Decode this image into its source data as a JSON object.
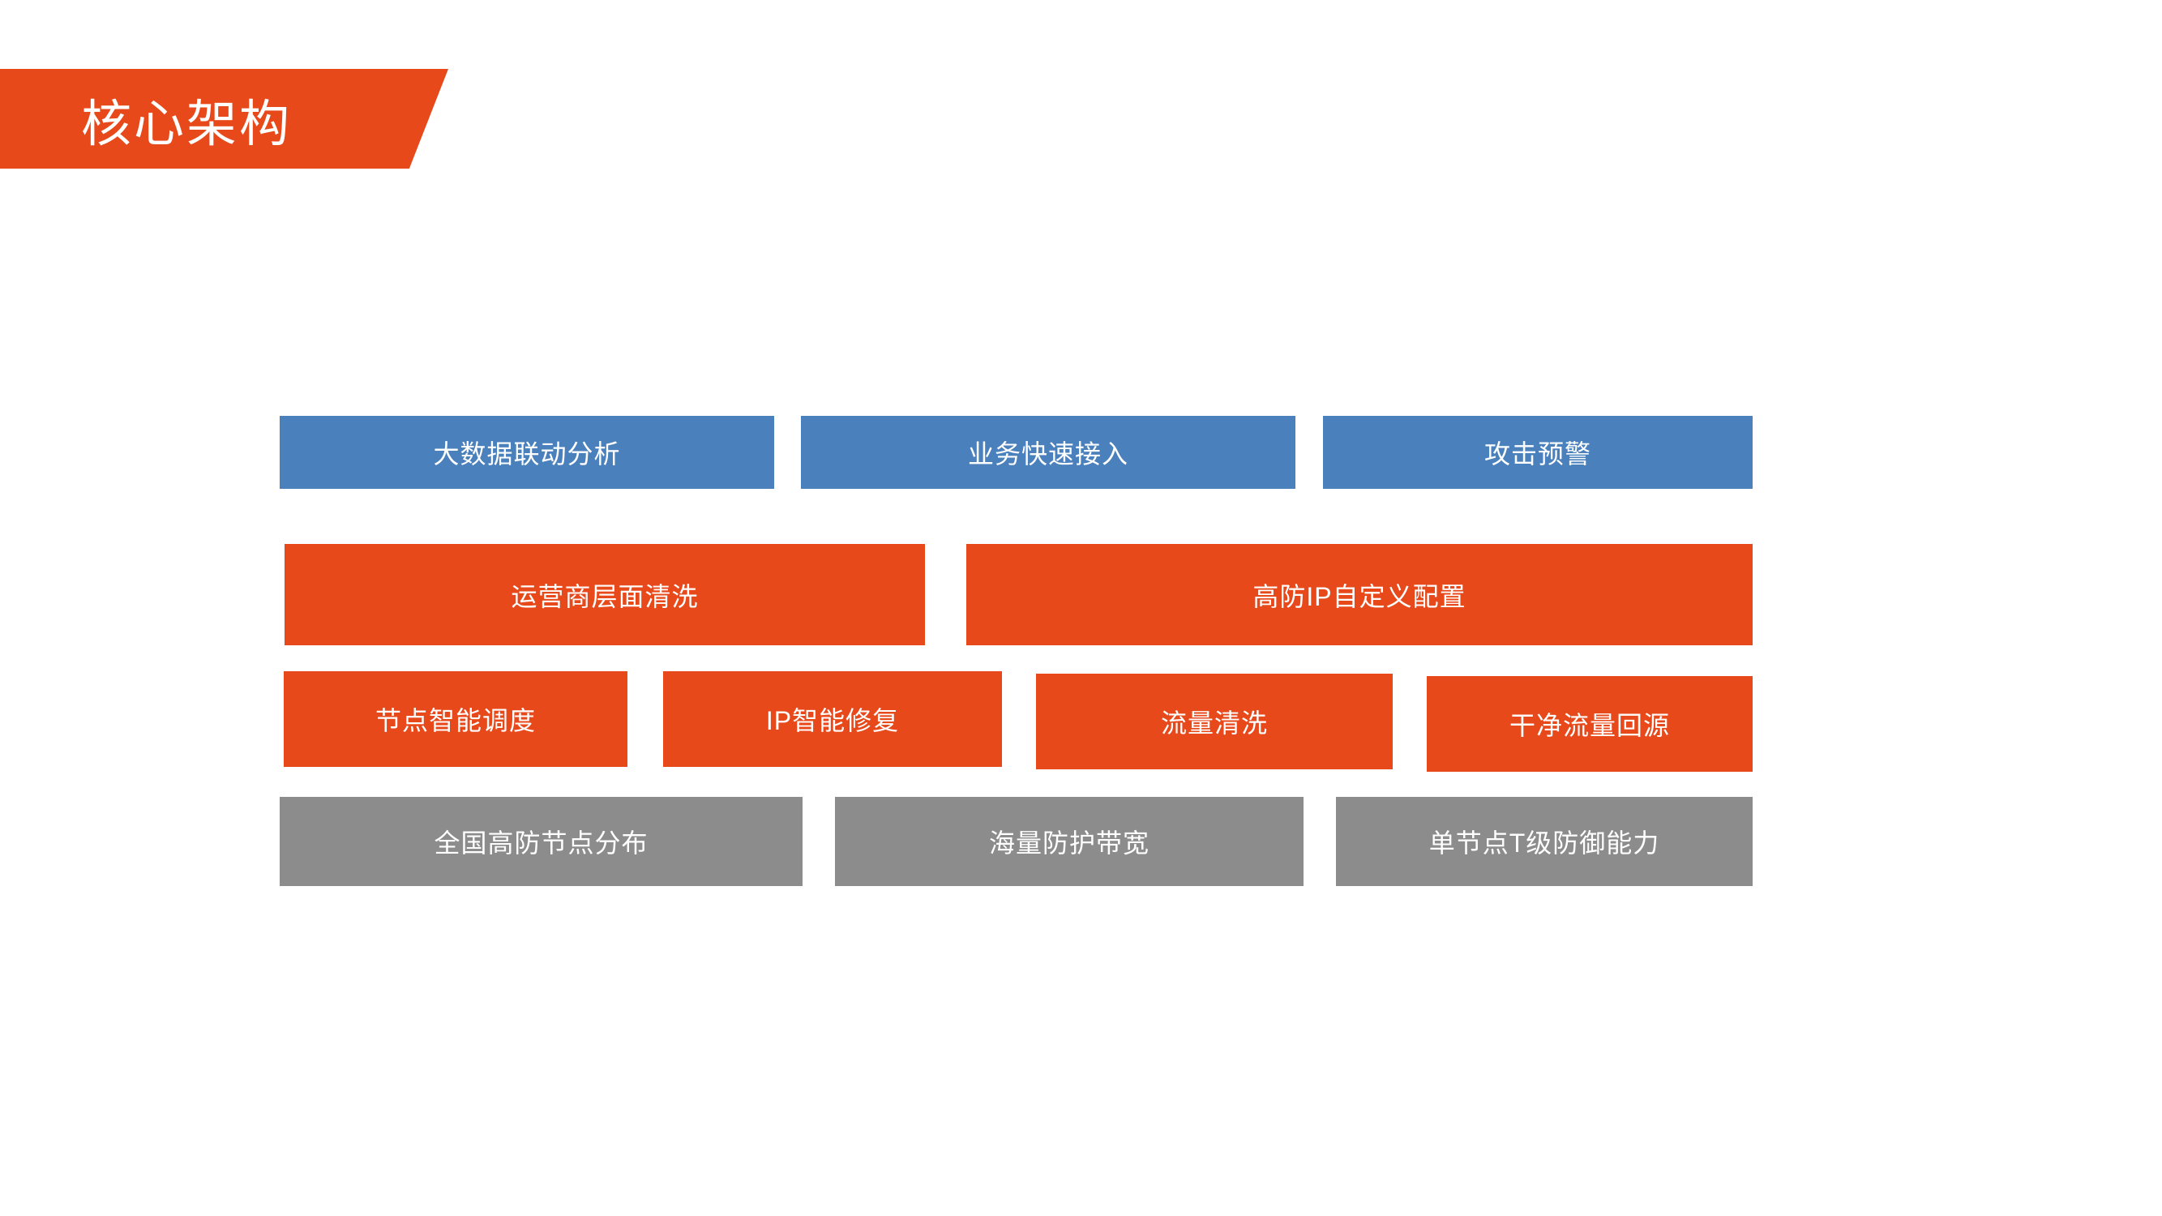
{
  "slide": {
    "title": "核心架构",
    "background_color": "#FFFFFF"
  },
  "colors": {
    "accent_orange": "#E8491B",
    "tier_blue": "#4A80BC",
    "tier_gray": "#8C8C8C",
    "text_on_fill": "#FFFFFF"
  },
  "diagram": {
    "type": "layered-block-stack",
    "tiers": [
      {
        "tier_name": "capability-tier",
        "color": "#4A80BC",
        "boxes": [
          {
            "label": "大数据联动分析"
          },
          {
            "label": "业务快速接入"
          },
          {
            "label": "攻击预警"
          }
        ]
      },
      {
        "tier_name": "configuration-tier",
        "color": "#E8491B",
        "boxes": [
          {
            "label": "运营商层面清洗"
          },
          {
            "label": "高防IP自定义配置"
          }
        ]
      },
      {
        "tier_name": "scheduling-tier",
        "color": "#E8491B",
        "boxes": [
          {
            "label": "节点智能调度"
          },
          {
            "label": "IP智能修复"
          },
          {
            "label": "流量清洗"
          },
          {
            "label": "干净流量回源"
          }
        ]
      },
      {
        "tier_name": "infrastructure-tier",
        "color": "#8C8C8C",
        "boxes": [
          {
            "label": "全国高防节点分布"
          },
          {
            "label": "海量防护带宽"
          },
          {
            "label": "单节点T级防御能力"
          }
        ]
      }
    ]
  }
}
